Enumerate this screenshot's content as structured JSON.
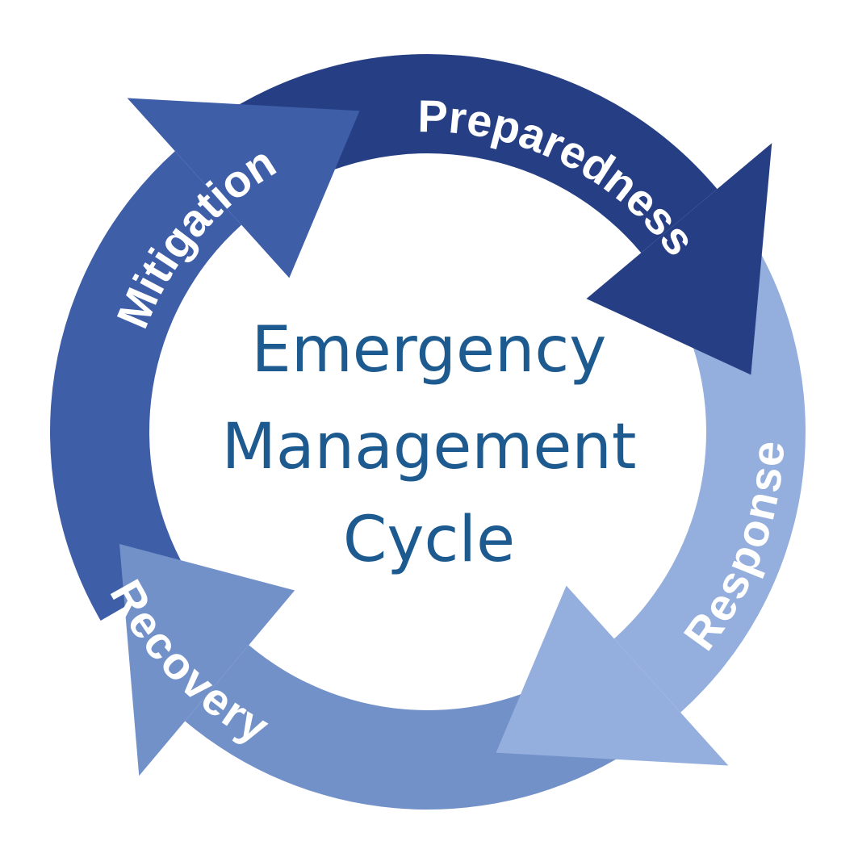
{
  "title": {
    "line1": "Emergency",
    "line2": "Management",
    "line3": "Cycle"
  },
  "phases": [
    {
      "label": "Mitigation",
      "color": "#3e5ea8"
    },
    {
      "label": "Preparedness",
      "color": "#263f84"
    },
    {
      "label": "Response",
      "color": "#94aedd"
    },
    {
      "label": "Recovery",
      "color": "#7391c9"
    }
  ],
  "title_color": "#1d5a8f"
}
